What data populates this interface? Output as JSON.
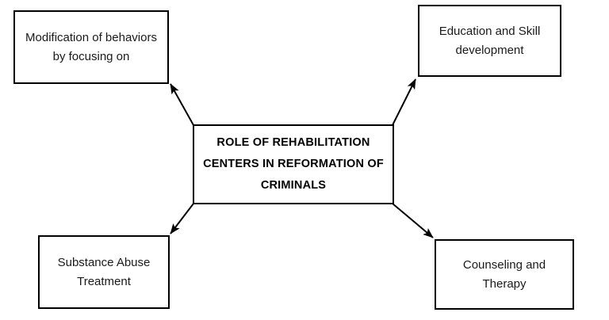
{
  "diagram": {
    "title_node": {
      "name": "center-node",
      "text": "ROLE OF REHABILITATION CENTERS IN REFORMATION OF CRIMINALS",
      "lines": [
        "ROLE OF REHABILITATION",
        "CENTERS IN REFORMATION",
        "OF CRIMINALS"
      ],
      "bold": true
    },
    "nodes": [
      {
        "id": "top-left",
        "text": "Modification of behaviors by focusing on",
        "lines": [
          "Modification of",
          "behaviors by",
          "focusing on"
        ]
      },
      {
        "id": "top-right",
        "text": "Education and Skill development",
        "lines": [
          "Education and Skill",
          "development"
        ]
      },
      {
        "id": "bottom-left",
        "text": "Substance Abuse Treatment",
        "lines": [
          "Substance Abuse",
          "Treatment"
        ]
      },
      {
        "id": "bottom-right",
        "text": "Counseling and Therapy",
        "lines": [
          "Counseling and",
          "Therapy"
        ]
      }
    ],
    "connectors": [
      {
        "id": "center-to-top-left",
        "from": "center-node",
        "to": "top-left",
        "style": "arrow"
      },
      {
        "id": "center-to-top-right",
        "from": "center-node",
        "to": "top-right",
        "style": "arrow"
      },
      {
        "id": "center-to-bottom-left",
        "from": "center-node",
        "to": "bottom-left",
        "style": "arrow"
      },
      {
        "id": "center-to-bottom-right",
        "from": "center-node",
        "to": "bottom-right",
        "style": "arrow"
      }
    ],
    "colors": {
      "background": "#ffffff",
      "border": "#000000",
      "text": "#1a1a1a",
      "center_text": "#000000",
      "connector": "#000000"
    }
  }
}
